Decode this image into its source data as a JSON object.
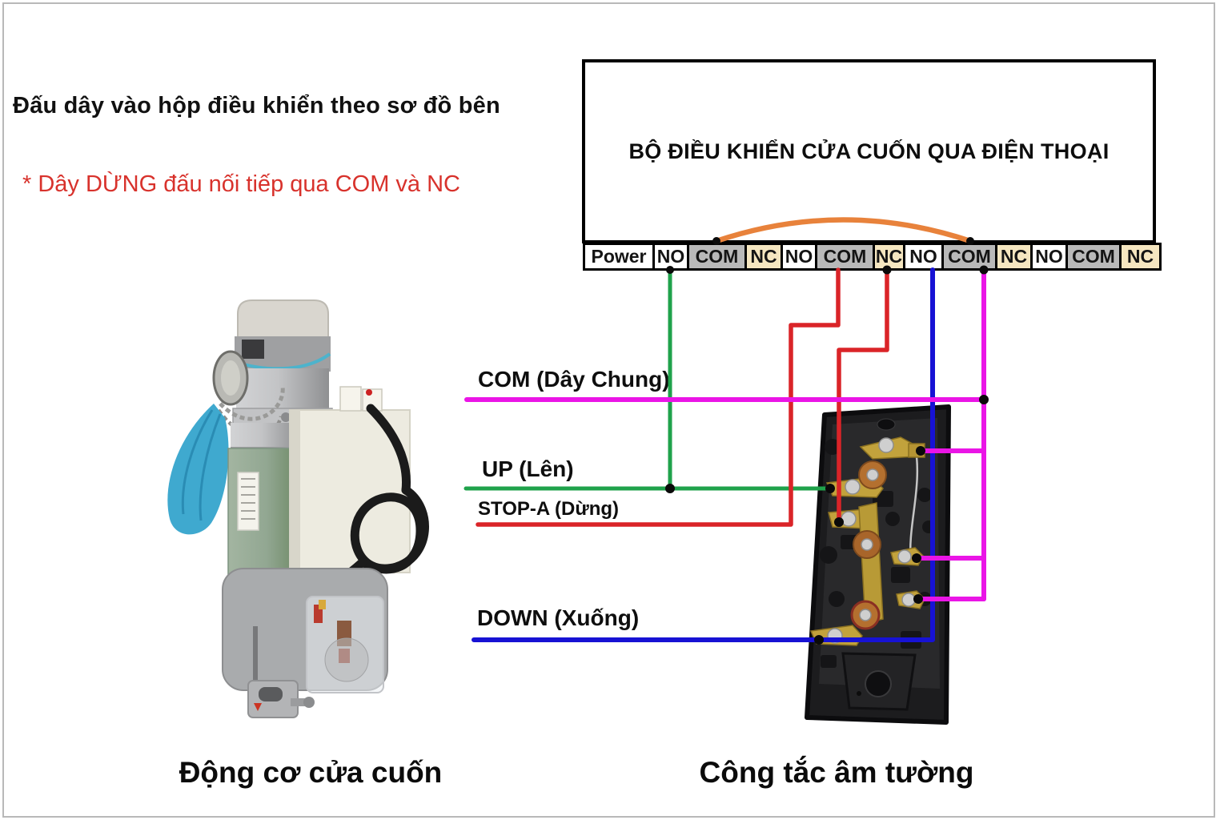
{
  "header": {
    "instruction": "Đấu dây vào hộp điều khiển theo sơ đồ bên",
    "note": "* Dây DỪNG đấu nối tiếp qua COM và NC",
    "note_color": "#d8322c"
  },
  "controller": {
    "title": "BỘ ĐIỀU KHIỂN CỬA CUỐN QUA ĐIỆN THOẠI",
    "terminals": [
      {
        "label": "Power",
        "type": "power"
      },
      {
        "label": "NO",
        "type": "no"
      },
      {
        "label": "COM",
        "type": "com"
      },
      {
        "label": "NC",
        "type": "nc"
      },
      {
        "label": "NO",
        "type": "no"
      },
      {
        "label": "COM",
        "type": "com"
      },
      {
        "label": "NC",
        "type": "nc"
      },
      {
        "label": "NO",
        "type": "no"
      },
      {
        "label": "COM",
        "type": "com"
      },
      {
        "label": "NC",
        "type": "nc"
      },
      {
        "label": "NO",
        "type": "no"
      },
      {
        "label": "COM",
        "type": "com"
      },
      {
        "label": "NC",
        "type": "nc"
      }
    ],
    "cell_colors": {
      "power_bg": "#ffffff",
      "no_bg": "#ffffff",
      "com_bg": "#b9b9b9",
      "nc_bg": "#f5e6c0"
    }
  },
  "wire_labels": [
    {
      "id": "com",
      "text": "COM (Dây Chung)"
    },
    {
      "id": "up",
      "text": "UP (Lên)"
    },
    {
      "id": "stop",
      "text": "STOP-A (Dừng)"
    },
    {
      "id": "down",
      "text": "DOWN (Xuống)"
    }
  ],
  "wires": {
    "green": "#1fa24b",
    "red": "#da2428",
    "blue": "#1712d4",
    "magenta": "#ea15e6",
    "orange": "#e8823b",
    "dot": "#0a0a0a"
  },
  "captions": {
    "motor": "Động cơ cửa cuốn",
    "switch": "Công tắc âm tường"
  }
}
